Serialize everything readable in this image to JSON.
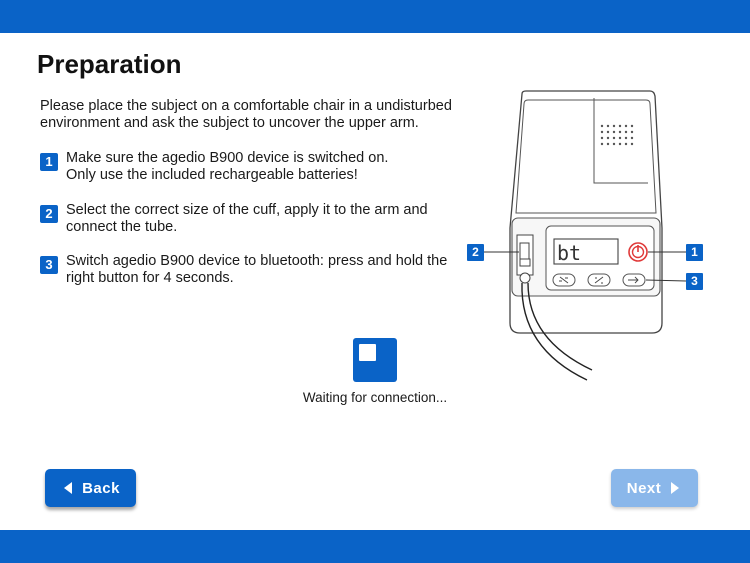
{
  "title": "Preparation",
  "intro": "Please place the subject on a comfortable chair in a undisturbed environment and ask the subject to uncover the upper arm.",
  "steps": [
    {
      "number": "1",
      "line1": "Make sure the agedio B900 device is switched on.",
      "line2": "Only use the included rechargeable batteries!"
    },
    {
      "number": "2",
      "line1": "Select the correct size of the cuff, apply it to the arm and connect the tube."
    },
    {
      "number": "3",
      "line1": "Switch agedio B900 device to bluetooth: press and hold the right button for 4 seconds."
    }
  ],
  "status": {
    "text": "Waiting for connection...",
    "icon": "loading-square-icon"
  },
  "device": {
    "display_text": "bt",
    "callouts": [
      "1",
      "2",
      "3"
    ]
  },
  "buttons": {
    "back_label": "Back",
    "next_label": "Next"
  },
  "colors": {
    "accent": "#0a63c7",
    "disabled": "#8ab7ea",
    "power_button": "#e03a3a"
  }
}
